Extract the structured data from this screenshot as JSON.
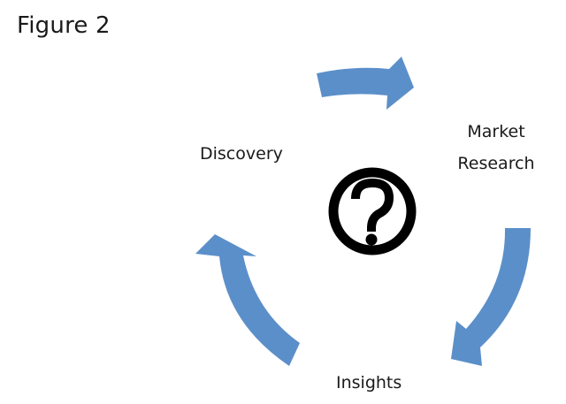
{
  "figure": {
    "title": "Figure 2"
  },
  "cycle": {
    "nodes": [
      {
        "id": "discovery",
        "label": "Discovery"
      },
      {
        "id": "market-research",
        "label_lines": [
          "Market",
          "Research"
        ]
      },
      {
        "id": "insights",
        "label": "Insights"
      }
    ],
    "arrows": [
      {
        "from": "Discovery",
        "to": "Market Research",
        "direction": "clockwise"
      },
      {
        "from": "Market Research",
        "to": "Insights",
        "direction": "clockwise"
      },
      {
        "from": "Insights",
        "to": "Discovery",
        "direction": "clockwise"
      }
    ],
    "center_icon": "question-mark-circle-icon"
  },
  "colors": {
    "arrow": "#5b8fc9",
    "icon": "#000000",
    "text": "#1a1a1a",
    "background": "#ffffff"
  }
}
